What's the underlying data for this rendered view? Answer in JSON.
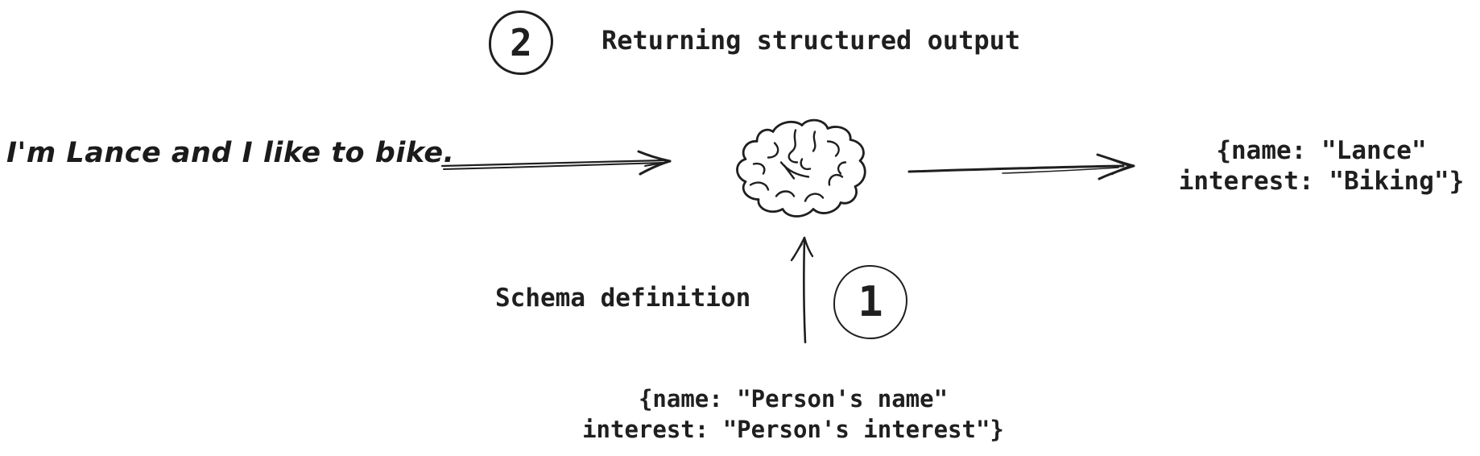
{
  "colors": {
    "ink": "#1f1f1f",
    "background": "#ffffff"
  },
  "steps": {
    "step1": {
      "number": "1",
      "label": "Schema definition"
    },
    "step2": {
      "number": "2",
      "label": "Returning structured output"
    }
  },
  "input": {
    "text": "I'm Lance and I like to bike."
  },
  "model": {
    "icon": "brain-icon"
  },
  "output": {
    "line1": "{name: \"Lance\"",
    "line2": "interest: \"Biking\"}"
  },
  "schema": {
    "line1": "{name: \"Person's name\"",
    "line2": "interest: \"Person's interest\"}"
  }
}
